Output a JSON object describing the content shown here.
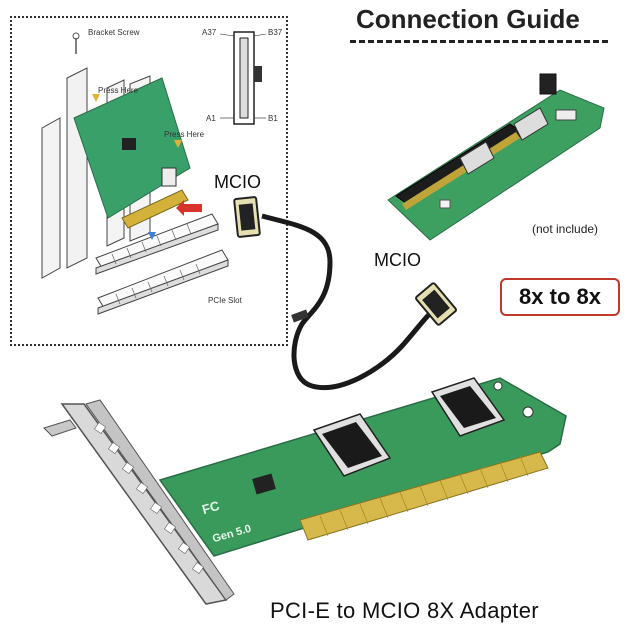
{
  "guide": {
    "title": "Connection Guide"
  },
  "diagram": {
    "bracket_screw": "Bracket Screw",
    "press_here_1": "Press Here",
    "press_here_2": "Press Here",
    "pcie_slot": "PCIe Slot",
    "pin_a37": "A37",
    "pin_b37": "B37",
    "pin_a1": "A1",
    "pin_b1": "B1"
  },
  "cable": {
    "label_top": "MCIO",
    "label_bottom": "MCIO"
  },
  "riser": {
    "note": "(not include)"
  },
  "badge": {
    "ratio": "8x to 8x"
  },
  "adapter": {
    "fc_mark": "FC",
    "gen_label": "Gen 5.0"
  },
  "product": {
    "title": "PCI-E  to MCIO 8X Adapter"
  }
}
